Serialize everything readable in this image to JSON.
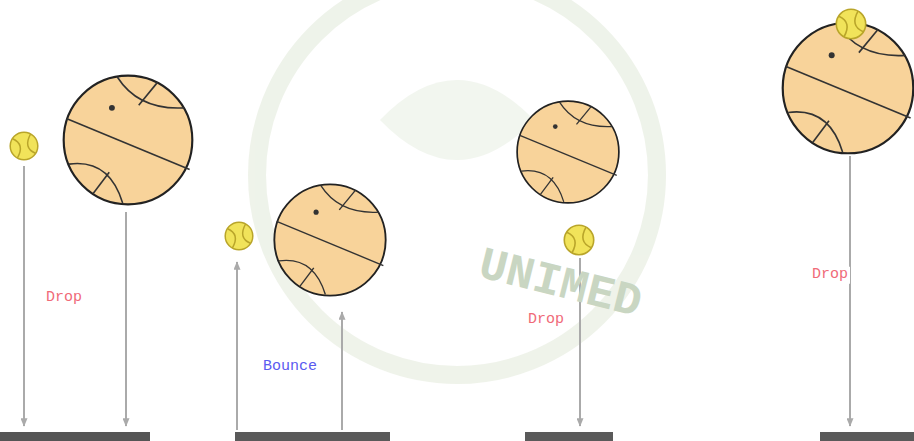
{
  "diagram": {
    "labels": [
      "UNIMED",
      "Drop",
      "Bounce",
      "Drop",
      "Drop"
    ]
  }
}
